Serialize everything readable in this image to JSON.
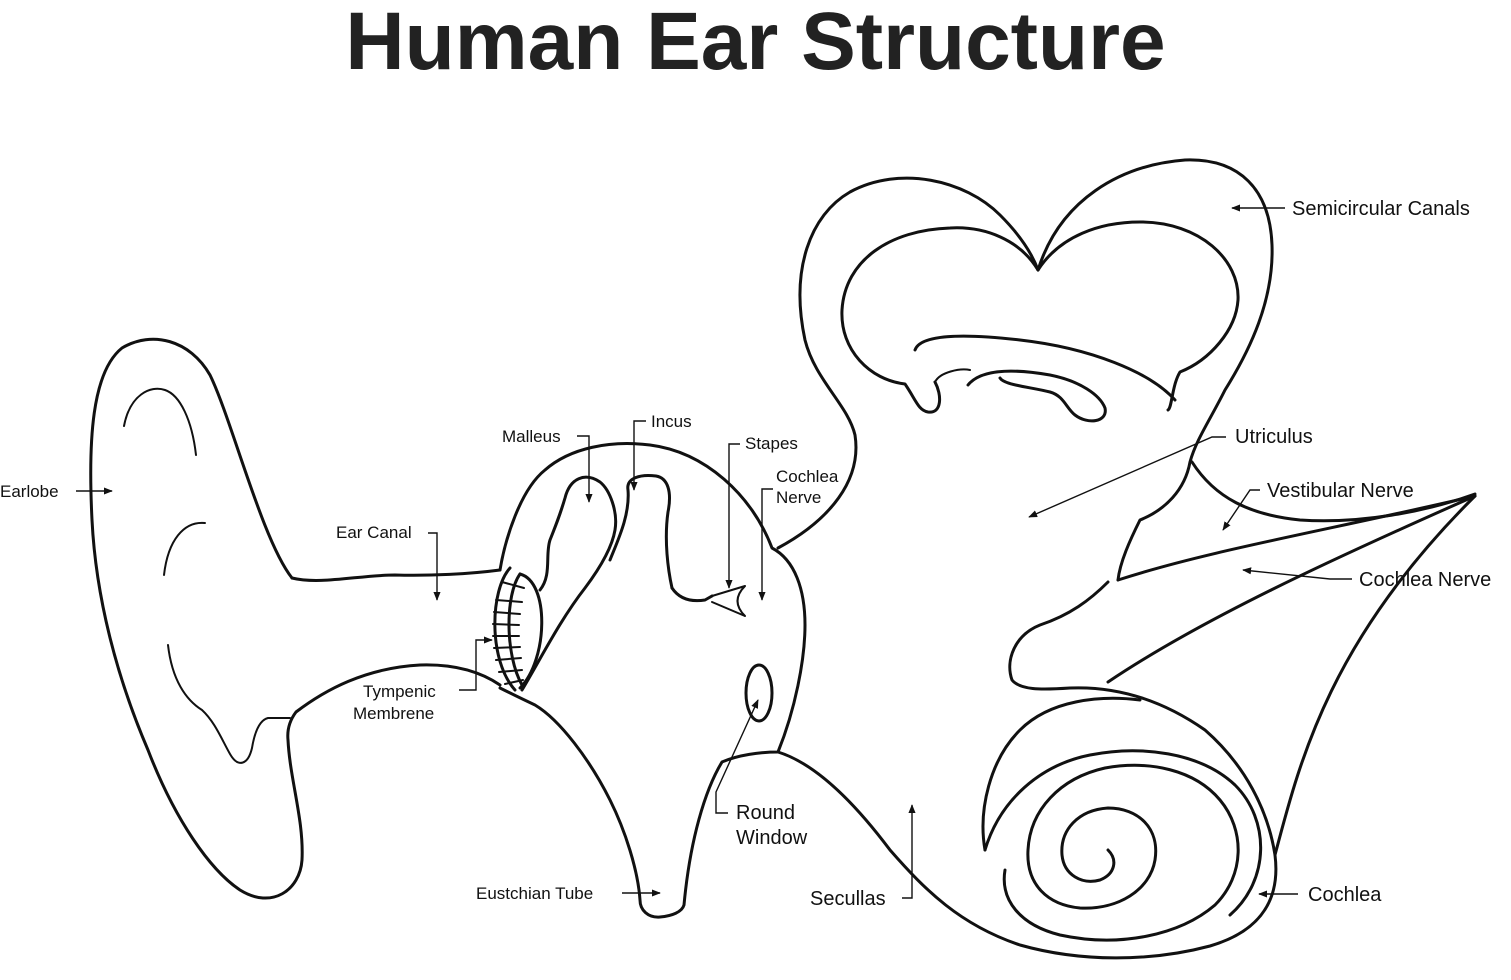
{
  "title": "Human Ear Structure",
  "labels": {
    "earlobe": "Earlobe",
    "ear_canal": "Ear Canal",
    "malleus": "Malleus",
    "incus": "Incus",
    "stapes": "Stapes",
    "cochlea_nerve_middle_1": "Cochlea",
    "cochlea_nerve_middle_2": "Nerve",
    "tympenic_1": "Tympenic",
    "tympenic_2": "Membrene",
    "round_window_1": "Round",
    "round_window_2": "Window",
    "eustchian_tube": "Eustchian Tube",
    "seculias": "Secullas",
    "semicircular_canals": "Semicircular Canals",
    "utriculus": "Utriculus",
    "vestibular_nerve": "Vestibular Nerve",
    "cochlea_nerve": "Cochlea Nerve",
    "cochlea": "Cochlea"
  },
  "colors": {
    "ink": "#111111",
    "title": "#222222",
    "background": "#ffffff"
  }
}
